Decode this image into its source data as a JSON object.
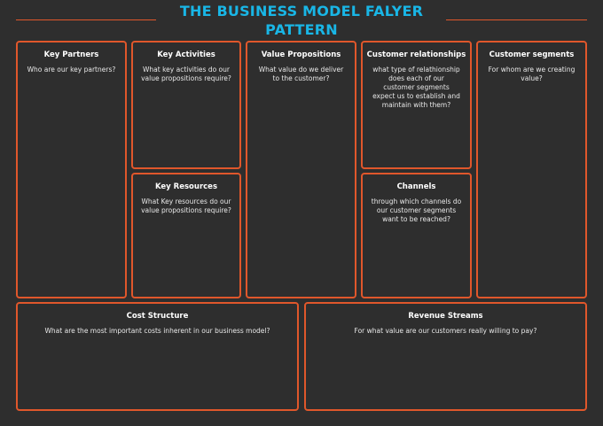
{
  "header": {
    "title": "THE BUSINESS MODEL FALYER PATTERN"
  },
  "colors": {
    "background": "#2e2e2e",
    "title": "#19b6e6",
    "border": "#e0572b",
    "text": "#f2f2f2"
  },
  "blocks": {
    "key_partners": {
      "title": "Key Partners",
      "question": "Who are our key partners?"
    },
    "key_activities": {
      "title": "Key Activities",
      "question": "What key activities do our value propositions require?"
    },
    "key_resources": {
      "title": "Key Resources",
      "question": "What Key resources do our value propositions require?"
    },
    "value_propositions": {
      "title": "Value Propositions",
      "question": "What value do we deliver to the customer?"
    },
    "customer_relationships": {
      "title": "Customer relationships",
      "question": "what type of relathionship does each of our customer segments expect us to establish and maintain with them?"
    },
    "channels": {
      "title": "Channels",
      "question": "through which channels do our customer segments want to be reached?"
    },
    "customer_segments": {
      "title": "Customer segments",
      "question": "For whom are we creating value?"
    },
    "cost_structure": {
      "title": "Cost Structure",
      "question": "What are the most important costs inherent in our business model?"
    },
    "revenue_streams": {
      "title": "Revenue Streams",
      "question": "For what value are our customers really willing to pay?"
    }
  }
}
